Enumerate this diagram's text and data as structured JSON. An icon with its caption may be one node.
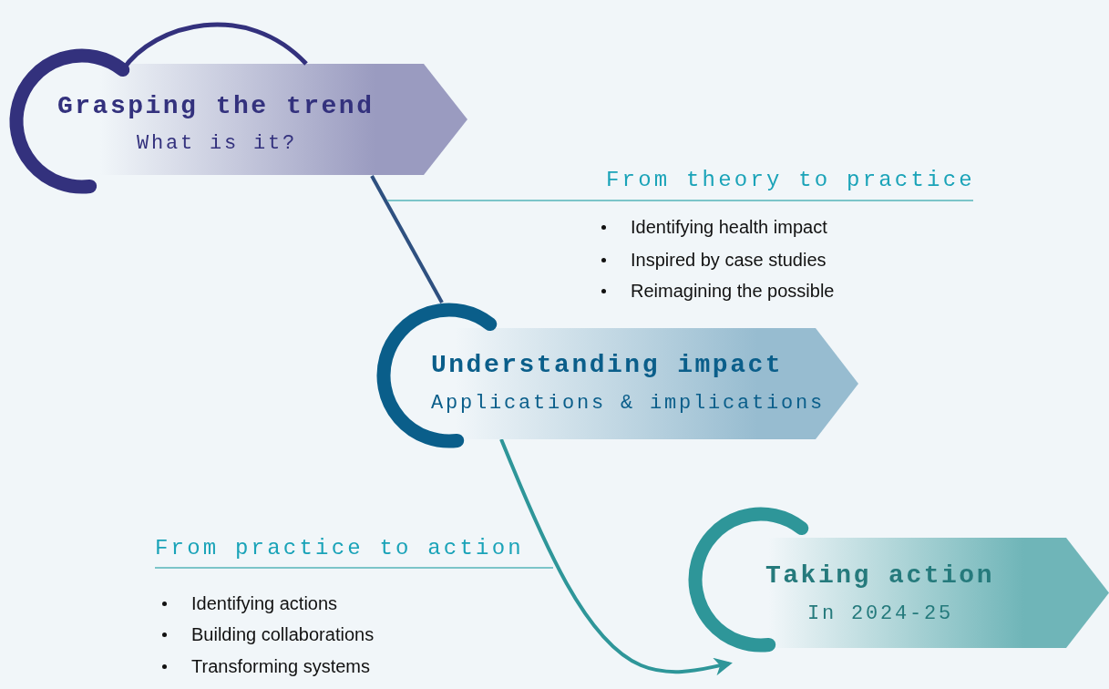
{
  "diagram": {
    "nodes": [
      {
        "text": [
          "Grasping the trend",
          "What is it?"
        ]
      },
      {
        "text": [
          "Understanding impact",
          "Applications & implications"
        ]
      },
      {
        "text": [
          "Taking action",
          "In 2024-25"
        ]
      }
    ],
    "edges": [
      {
        "from": 0,
        "to": 1,
        "arrow": "none",
        "color": "#2e5080"
      },
      {
        "from": 1,
        "to": 2,
        "arrow": "to",
        "color": "#2e9699"
      }
    ],
    "labels": [
      "From theory to practice",
      "Identifying health impact",
      "Inspired by case studies",
      "Reimagining the possible",
      "From practice to action",
      "Identifying actions",
      "Building collaborations",
      "Transforming systems"
    ]
  }
}
